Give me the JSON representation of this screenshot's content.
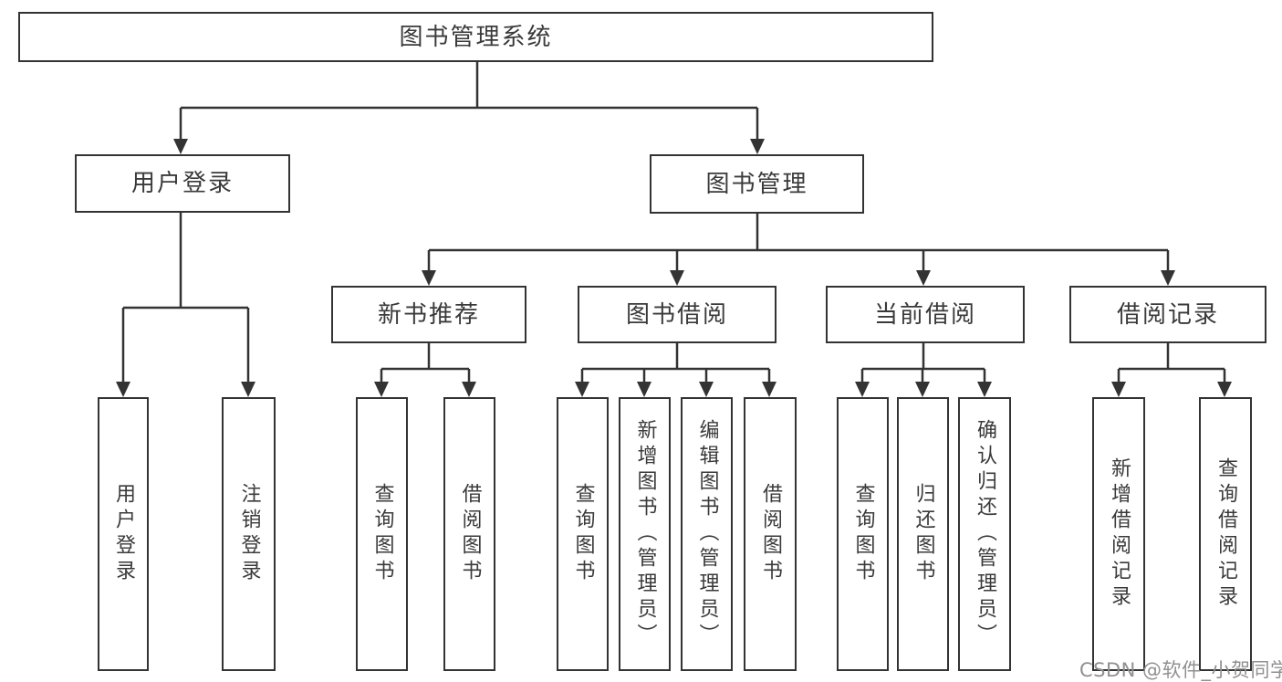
{
  "diagram": {
    "colors": {
      "line": "#333333",
      "text": "#3a3a3a",
      "background": "#ffffff",
      "watermark": "#909090"
    },
    "tree": {
      "label": "图书管理系统",
      "children": [
        {
          "label": "用户登录",
          "children": [
            {
              "label": "用户登录"
            },
            {
              "label": "注销登录"
            }
          ]
        },
        {
          "label": "图书管理",
          "children": [
            {
              "label": "新书推荐",
              "children": [
                {
                  "label": "查询图书"
                },
                {
                  "label": "借阅图书"
                }
              ]
            },
            {
              "label": "图书借阅",
              "children": [
                {
                  "label": "查询图书"
                },
                {
                  "label": "新增图书（管理员）"
                },
                {
                  "label": "编辑图书（管理员）"
                },
                {
                  "label": "借阅图书"
                }
              ]
            },
            {
              "label": "当前借阅",
              "children": [
                {
                  "label": "查询图书"
                },
                {
                  "label": "归还图书"
                },
                {
                  "label": "确认归还（管理员）"
                }
              ]
            },
            {
              "label": "借阅记录",
              "children": [
                {
                  "label": "新增借阅记录"
                },
                {
                  "label": "查询借阅记录"
                }
              ]
            }
          ]
        }
      ]
    },
    "watermark": {
      "text": "CSDN @软件_小贺同学"
    }
  }
}
